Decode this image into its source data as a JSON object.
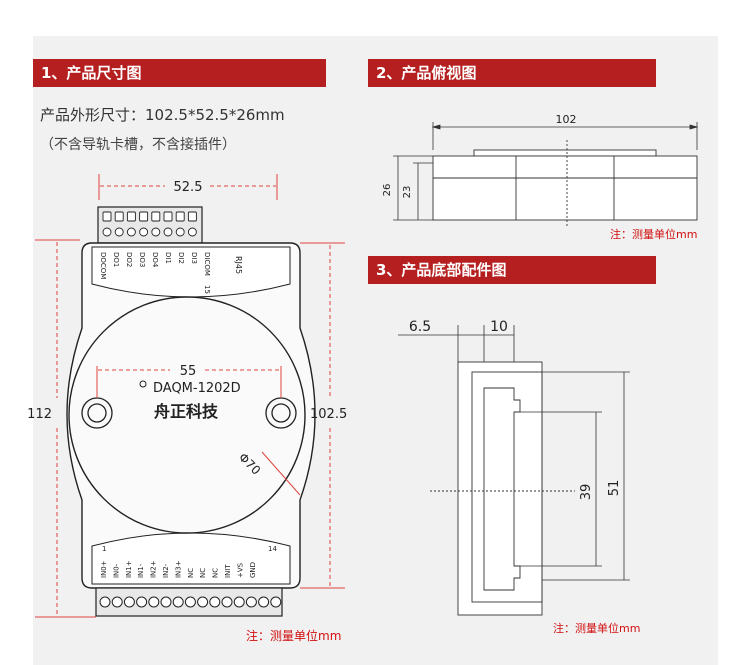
{
  "headers": {
    "dimensions": "1、产品尺寸图",
    "top_view": "2、产品俯视图",
    "bottom_parts": "3、产品底部配件图"
  },
  "specs": {
    "size_line": "产品外形尺寸：102.5*52.5*26mm",
    "note_line": "（不含导轨卡槽，不含接插件）"
  },
  "front": {
    "width": "52.5",
    "height_outer": "112",
    "height_body": "102.5",
    "hole_spacing": "55",
    "circle_dia": "Φ70",
    "model": "DAQM-1202D",
    "brand": "舟正科技",
    "top_pins": [
      "DOCOM",
      "DO1",
      "DO2",
      "DO3",
      "DO4",
      "DI1",
      "DI2",
      "DI3",
      "DICOM"
    ],
    "top_pin_num": "15",
    "rj45": "RJ45",
    "bottom_pins": [
      "IN0+",
      "IN0-",
      "IN1+",
      "IN1-",
      "IN2+",
      "IN2-",
      "IN3+",
      "NC",
      "NC",
      "NC",
      "INIT",
      "+VS",
      "GND"
    ],
    "bottom_pin_first": "1",
    "bottom_pin_last": "14"
  },
  "top_view": {
    "length": "102",
    "height_total": "26",
    "height_body": "23"
  },
  "bottom_view": {
    "offset": "6.5",
    "rail_width": "10",
    "inner_height": "39",
    "outer_height": "51"
  },
  "units_note": "注：测量单位mm",
  "colors": {
    "header_bg": "#b51f1f",
    "note_red": "#d10f0f",
    "dim_red": "#e0443f"
  }
}
